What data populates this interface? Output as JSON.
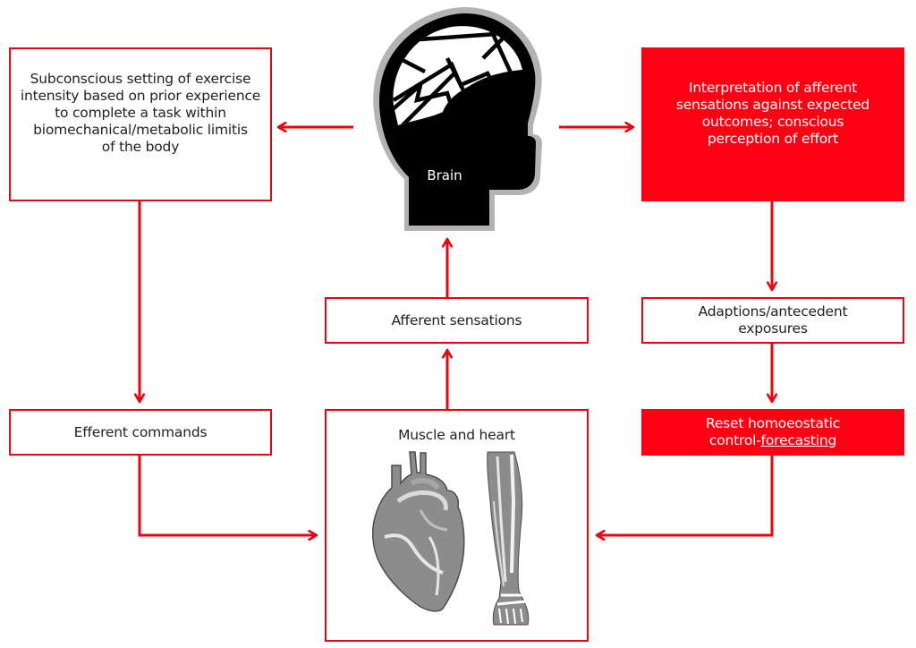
{
  "colors": {
    "accent_red": "#ff0013",
    "border_red": "#e30613",
    "text_dark": "#231f20",
    "head_black": "#000000",
    "head_outline_gray": "#b3b3b3"
  },
  "nodes": {
    "subconscious": {
      "text": "Subconscious setting of exercise\nintensity based on prior experience\nto complete a task within\nbiomechanical/metabolic limitis\nof the body"
    },
    "brain": {
      "label": "Brain",
      "icon": "head-brain-icon"
    },
    "interpretation": {
      "text": "Interpretation of afferent\nsensations against expected\noutcomes; conscious\nperception of effort"
    },
    "afferent": {
      "text": "Afferent sensations"
    },
    "adaptions": {
      "text": "Adaptions/antecedent\nexposures"
    },
    "efferent": {
      "text": "Efferent commands"
    },
    "reset": {
      "text_prefix": "Reset homoeostatic\ncontrol-",
      "text_link": "forecasting"
    },
    "muscle_heart": {
      "text": "Muscle and heart",
      "icons": [
        "heart-illustration",
        "leg-muscle-illustration"
      ]
    }
  },
  "edges": [
    {
      "from": "brain",
      "to": "subconscious"
    },
    {
      "from": "brain",
      "to": "interpretation"
    },
    {
      "from": "subconscious",
      "to": "efferent"
    },
    {
      "from": "efferent",
      "to": "muscle_heart"
    },
    {
      "from": "muscle_heart",
      "to": "afferent"
    },
    {
      "from": "afferent",
      "to": "brain"
    },
    {
      "from": "interpretation",
      "to": "adaptions"
    },
    {
      "from": "adaptions",
      "to": "reset"
    },
    {
      "from": "reset",
      "to": "muscle_heart"
    }
  ]
}
